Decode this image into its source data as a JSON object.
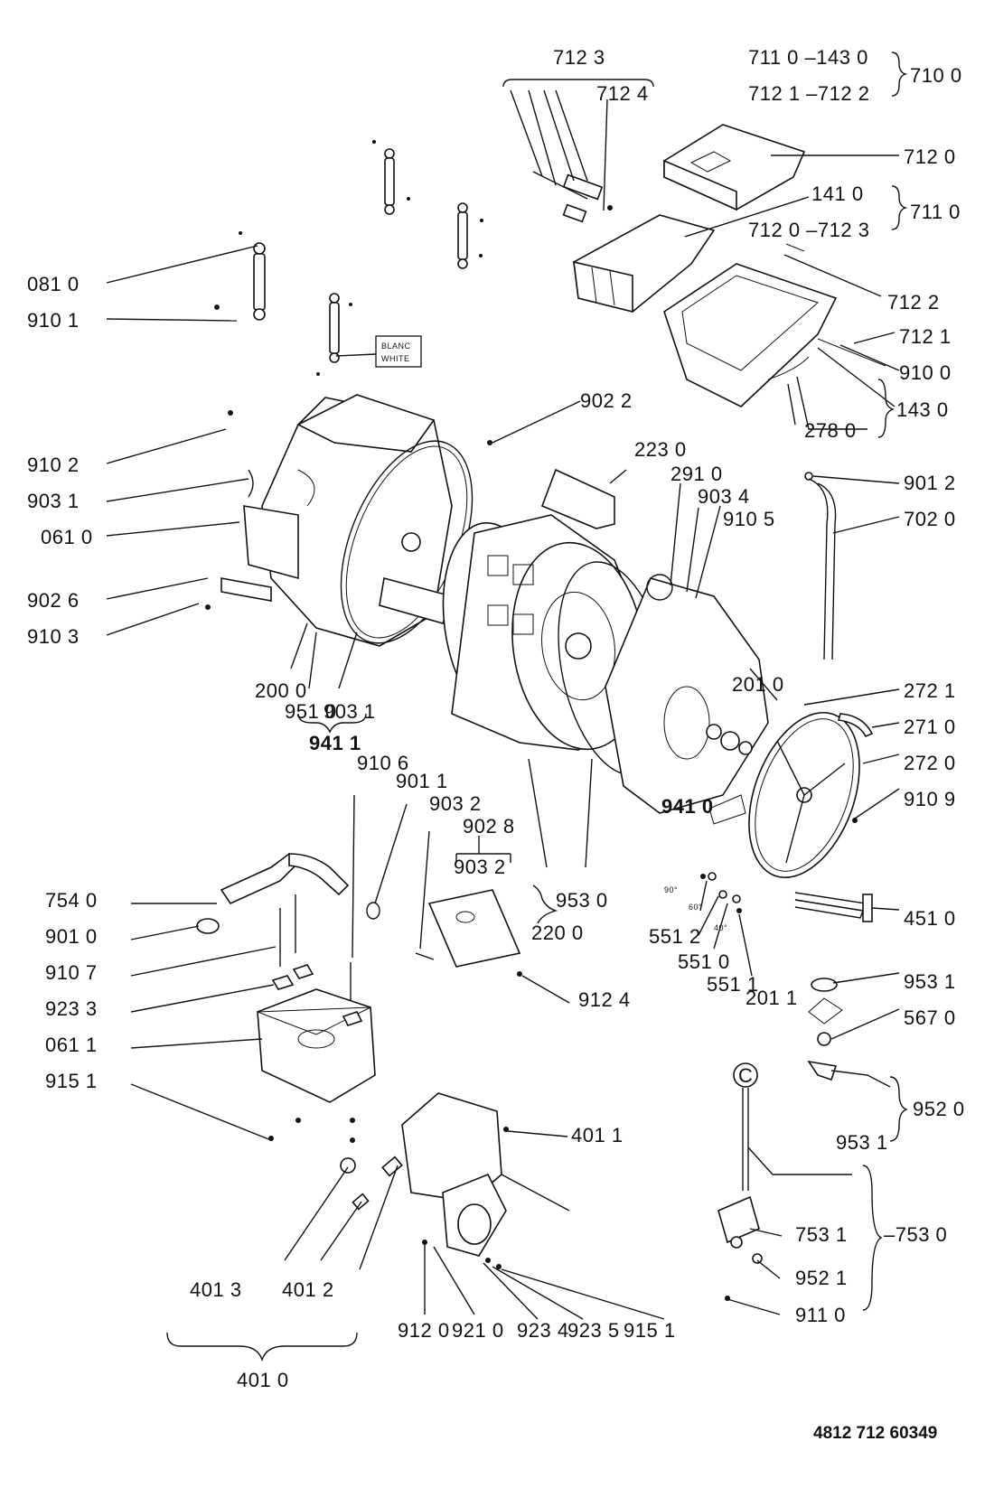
{
  "labels": {
    "l_712_3": "712 3",
    "l_712_4": "712 4",
    "l_711_0_143_0": "711 0 –143 0",
    "l_712_1_712_2": "712 1 –712 2",
    "l_710_0": "710 0",
    "l_712_0": "712 0",
    "l_141_0": "141 0",
    "l_712_0_712_3": "712 0 –712 3",
    "l_711_0": "711 0",
    "l_712_2": "712 2",
    "l_712_1": "712 1",
    "l_910_0": "910 0",
    "l_143_0": "143 0",
    "l_278_0": "278 0",
    "l_081_0": "081 0",
    "l_910_1": "910 1",
    "l_902_2": "902 2",
    "l_910_2": "910 2",
    "l_903_1a": "903 1",
    "l_061_0": "061 0",
    "l_902_6": "902 6",
    "l_910_3": "910 3",
    "l_223_0": "223 0",
    "l_291_0": "291 0",
    "l_903_4": "903 4",
    "l_910_5": "910 5",
    "l_901_2": "901 2",
    "l_702_0": "702 0",
    "l_200_0": "200 0",
    "l_951_0": "951 0",
    "l_903_1b": "903 1",
    "l_941_1": "941 1",
    "l_201_0": "201 0",
    "l_272_1": "272 1",
    "l_271_0": "271 0",
    "l_910_6": "910 6",
    "l_901_1": "901 1",
    "l_903_2a": "903 2",
    "l_902_8": "902 8",
    "l_941_0": "941 0",
    "l_272_0": "272 0",
    "l_910_9": "910 9",
    "l_903_2b": "903 2",
    "l_754_0": "754 0",
    "l_901_0": "901 0",
    "l_953_0": "953 0",
    "l_220_0": "220 0",
    "l_551_2": "551 2",
    "l_551_0": "551 0",
    "l_551_1": "551 1",
    "l_201_1": "201 1",
    "l_451_0": "451 0",
    "l_910_7": "910 7",
    "l_912_4": "912 4",
    "l_923_3": "923 3",
    "l_953_1a": "953 1",
    "l_061_1": "061 1",
    "l_567_0": "567 0",
    "l_915_1a": "915 1",
    "l_952_0": "952 0",
    "l_953_1b": "953 1",
    "l_401_1": "401 1",
    "l_753_1": "753 1",
    "l_753_0": "–753 0",
    "l_952_1": "952 1",
    "l_911_0": "911 0",
    "l_401_3": "401 3",
    "l_401_2": "401 2",
    "l_401_0": "401 0",
    "l_912_0": "912 0",
    "l_921_0": "921 0",
    "l_923_4": "923 4",
    "l_923_5": "923 5",
    "l_915_1b": "915 1"
  },
  "tags": {
    "blanc": "BLANC",
    "white": "WHITE",
    "circle_c": "C",
    "deg_90": "90°",
    "deg_60": "60°",
    "deg_40": "40°"
  },
  "document_number": "4812 712 60349"
}
